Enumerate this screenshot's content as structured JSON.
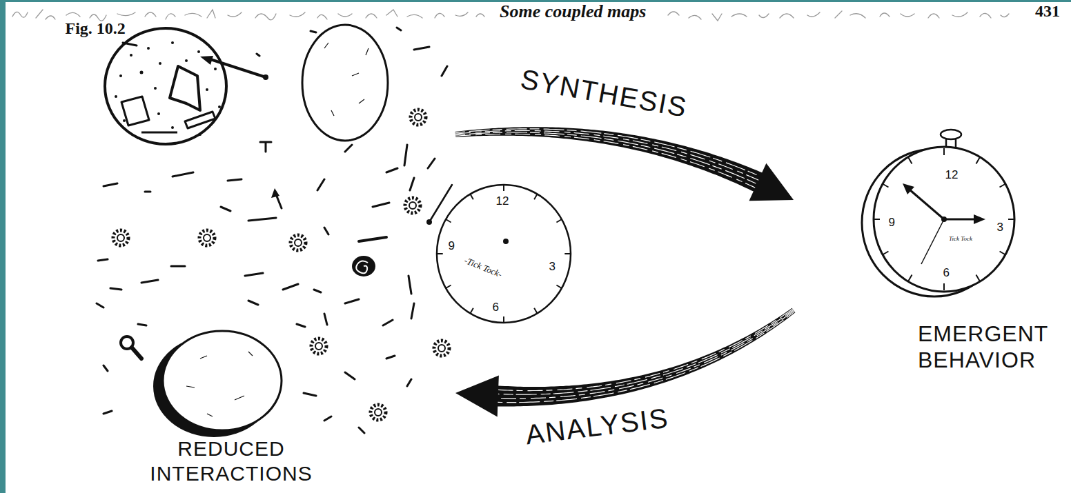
{
  "diagram": {
    "nodes": [
      {
        "text": [
          "REDUCED INTERACTIONS"
        ]
      },
      {
        "text": [
          "EMERGENT BEHAVIOR"
        ]
      }
    ],
    "edges": [
      {
        "from": 0,
        "to": 1,
        "arrow": "to",
        "label": "SYNTHESIS"
      },
      {
        "from": 1,
        "to": 0,
        "arrow": "to",
        "label": "ANALYSIS"
      }
    ],
    "labels": [
      "Some coupled maps",
      "431",
      "Fig. 10.2",
      "12",
      "3",
      "6",
      "9",
      "-Tick Tock-",
      "12",
      "3",
      "6",
      "9",
      "Tick Tock"
    ]
  }
}
